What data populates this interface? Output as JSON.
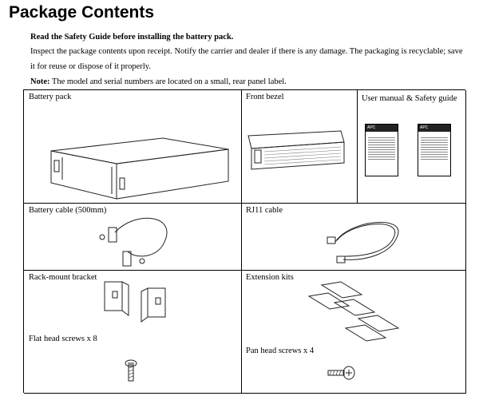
{
  "page": {
    "title": "Package Contents",
    "warning": "Read the Safety Guide before installing the battery pack.",
    "instructions_line1": "Inspect the package contents upon receipt. Notify the carrier and dealer if there is any damage. The packaging is recyclable; save",
    "instructions_line2": "it for reuse or dispose of it properly.",
    "note_label": "Note:",
    "note_text": " The model and serial numbers are located on a small, rear panel label."
  },
  "items": {
    "battery_pack": "Battery pack",
    "front_bezel": "Front bezel",
    "user_manual": "User manual & Safety guide",
    "battery_cable": "Battery cable (500mm)",
    "rj11_cable": "RJ11 cable",
    "rack_bracket": "Rack-mount bracket",
    "flat_screws": "Flat head screws x 8",
    "extension_kits": "Extension kits",
    "pan_screws": "Pan head screws x 4"
  },
  "manual": {
    "logo": "APC"
  }
}
